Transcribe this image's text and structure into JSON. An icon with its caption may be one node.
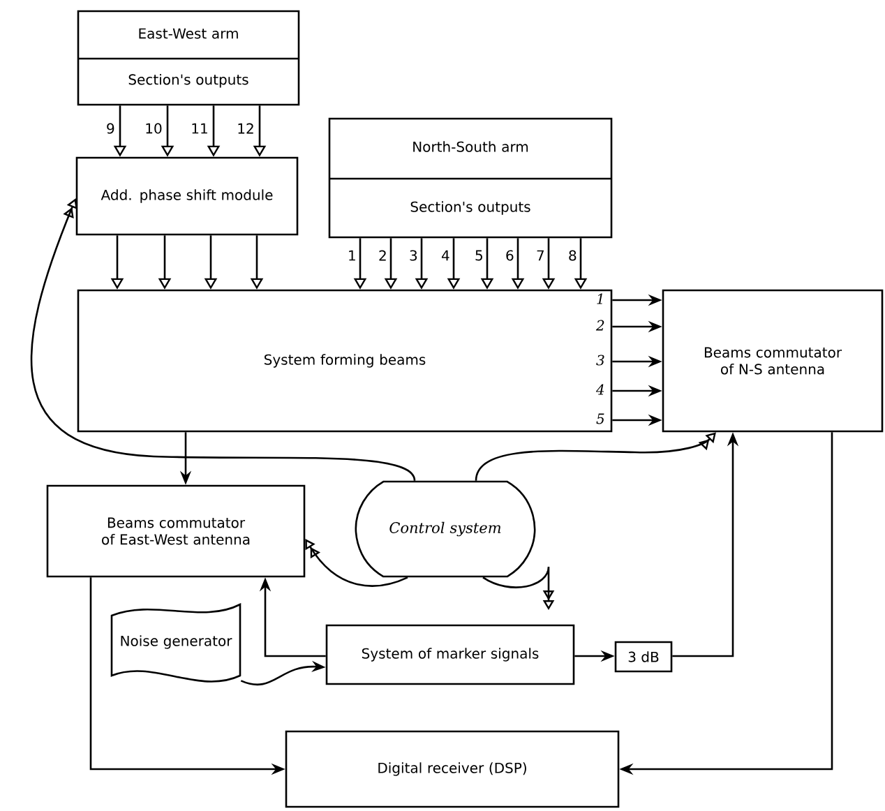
{
  "diagram": {
    "nodes": [
      {
        "text": [
          "East-West arm",
          "Section's outputs"
        ]
      },
      {
        "text": [
          "Add. phase shift module"
        ]
      },
      {
        "text": [
          "North-South arm",
          "Section's outputs"
        ]
      },
      {
        "text": [
          "System forming beams"
        ]
      },
      {
        "text": [
          "Beams commutator of N-S antenna"
        ]
      },
      {
        "text": [
          "Beams commutator of East-West antenna"
        ]
      },
      {
        "text": [
          "Control system"
        ]
      },
      {
        "text": [
          "Noise generator"
        ]
      },
      {
        "text": [
          "System of marker signals"
        ]
      },
      {
        "text": [
          "3 dB"
        ]
      },
      {
        "text": [
          "Digital receiver (DSP)"
        ]
      }
    ],
    "edges": [
      {
        "from": 0,
        "to": 1,
        "arrow": "to",
        "label": "9"
      },
      {
        "from": 0,
        "to": 1,
        "arrow": "to",
        "label": "10"
      },
      {
        "from": 0,
        "to": 1,
        "arrow": "to",
        "label": "11"
      },
      {
        "from": 0,
        "to": 1,
        "arrow": "to",
        "label": "12"
      },
      {
        "from": 1,
        "to": 3,
        "arrow": "to"
      },
      {
        "from": 1,
        "to": 3,
        "arrow": "to"
      },
      {
        "from": 1,
        "to": 3,
        "arrow": "to"
      },
      {
        "from": 1,
        "to": 3,
        "arrow": "to"
      },
      {
        "from": 2,
        "to": 3,
        "arrow": "to",
        "label": "1"
      },
      {
        "from": 2,
        "to": 3,
        "arrow": "to",
        "label": "2"
      },
      {
        "from": 2,
        "to": 3,
        "arrow": "to",
        "label": "3"
      },
      {
        "from": 2,
        "to": 3,
        "arrow": "to",
        "label": "4"
      },
      {
        "from": 2,
        "to": 3,
        "arrow": "to",
        "label": "5"
      },
      {
        "from": 2,
        "to": 3,
        "arrow": "to",
        "label": "6"
      },
      {
        "from": 2,
        "to": 3,
        "arrow": "to",
        "label": "7"
      },
      {
        "from": 2,
        "to": 3,
        "arrow": "to",
        "label": "8"
      },
      {
        "from": 3,
        "to": 4,
        "arrow": "to",
        "label": "1"
      },
      {
        "from": 3,
        "to": 4,
        "arrow": "to",
        "label": "2"
      },
      {
        "from": 3,
        "to": 4,
        "arrow": "to",
        "label": "3"
      },
      {
        "from": 3,
        "to": 4,
        "arrow": "to",
        "label": "4"
      },
      {
        "from": 3,
        "to": 4,
        "arrow": "to",
        "label": "5"
      },
      {
        "from": 3,
        "to": 5,
        "arrow": "to"
      },
      {
        "from": 6,
        "to": 1,
        "arrow": "to"
      },
      {
        "from": 6,
        "to": 4,
        "arrow": "to"
      },
      {
        "from": 6,
        "to": 5,
        "arrow": "to"
      },
      {
        "from": 6,
        "to": null,
        "arrow": "to"
      },
      {
        "from": 7,
        "to": 8,
        "arrow": "to"
      },
      {
        "from": 8,
        "to": 5,
        "arrow": "to"
      },
      {
        "from": 8,
        "to": 9,
        "arrow": "to"
      },
      {
        "from": 9,
        "to": 4,
        "arrow": "to"
      },
      {
        "from": 5,
        "to": 10,
        "arrow": "to"
      },
      {
        "from": 4,
        "to": 10,
        "arrow": "to"
      }
    ]
  }
}
